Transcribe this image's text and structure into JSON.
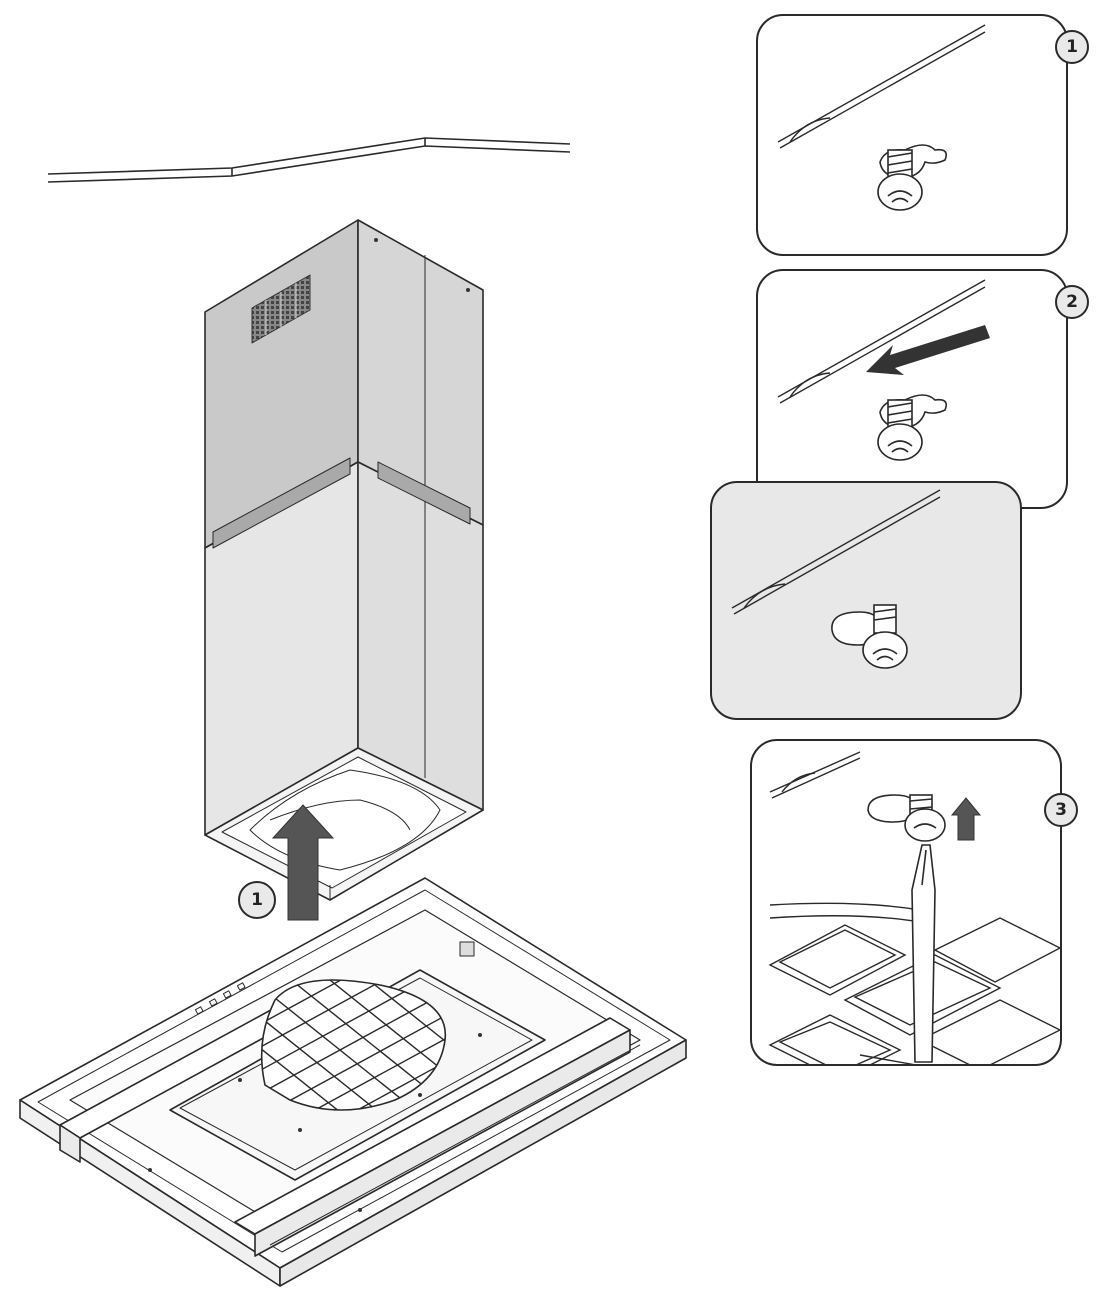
{
  "colors": {
    "line": "#2a2a2a",
    "chimney_upper": "#c9c9c9",
    "chimney_lower": "#e6e6e6",
    "chimney_side": "#dcdcdc",
    "band": "#a9a9a9",
    "arrow": "#555555",
    "panel_bg": "#ffffff",
    "panel_shaded_bg": "#e8e8e8",
    "badge_bg": "#e9e9e9"
  },
  "icons": {
    "arrow": "up-arrow-icon",
    "screw": "screw-icon",
    "screwdriver": "screwdriver-icon"
  },
  "main": {
    "step_label": "1"
  },
  "details": [
    {
      "id": "detail-1",
      "label": "1"
    },
    {
      "id": "detail-2",
      "label": "2"
    },
    {
      "id": "detail-2b",
      "label": ""
    },
    {
      "id": "detail-3",
      "label": "3"
    }
  ]
}
